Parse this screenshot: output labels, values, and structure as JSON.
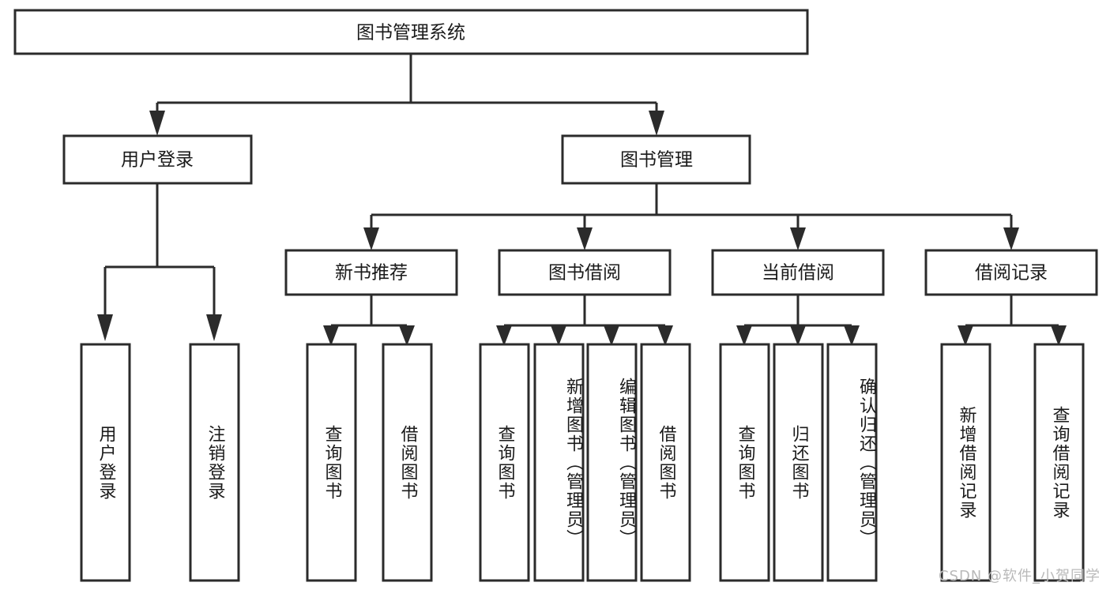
{
  "diagram": {
    "type": "tree",
    "title": "图书管理系统",
    "orientation": "top-down",
    "colors": {
      "box_stroke": "#2b2b2b",
      "box_fill": "#ffffff",
      "text": "#1a1a1a",
      "background": "#ffffff",
      "watermark": "#b9b9b9"
    },
    "root": {
      "label": "图书管理系统"
    },
    "level2": [
      {
        "label": "用户登录"
      },
      {
        "label": "图书管理"
      }
    ],
    "level3": [
      {
        "label": "新书推荐"
      },
      {
        "label": "图书借阅"
      },
      {
        "label": "当前借阅"
      },
      {
        "label": "借阅记录"
      }
    ],
    "leaves": {
      "user_login": [
        {
          "label": "用户登录"
        },
        {
          "label": "注销登录"
        }
      ],
      "new_book_recommend": [
        {
          "label": "查询图书"
        },
        {
          "label": "借阅图书"
        }
      ],
      "book_borrow": [
        {
          "label": "查询图书"
        },
        {
          "label": "新增图书（管理员）"
        },
        {
          "label": "编辑图书（管理员）"
        },
        {
          "label": "借阅图书"
        }
      ],
      "current_borrow": [
        {
          "label": "查询图书"
        },
        {
          "label": "归还图书"
        },
        {
          "label": "确认归还（管理员）"
        }
      ],
      "borrow_record": [
        {
          "label": "新增借阅记录"
        },
        {
          "label": "查询借阅记录"
        }
      ]
    }
  },
  "watermark": {
    "text": "CSDN @软件_小贺同学"
  }
}
